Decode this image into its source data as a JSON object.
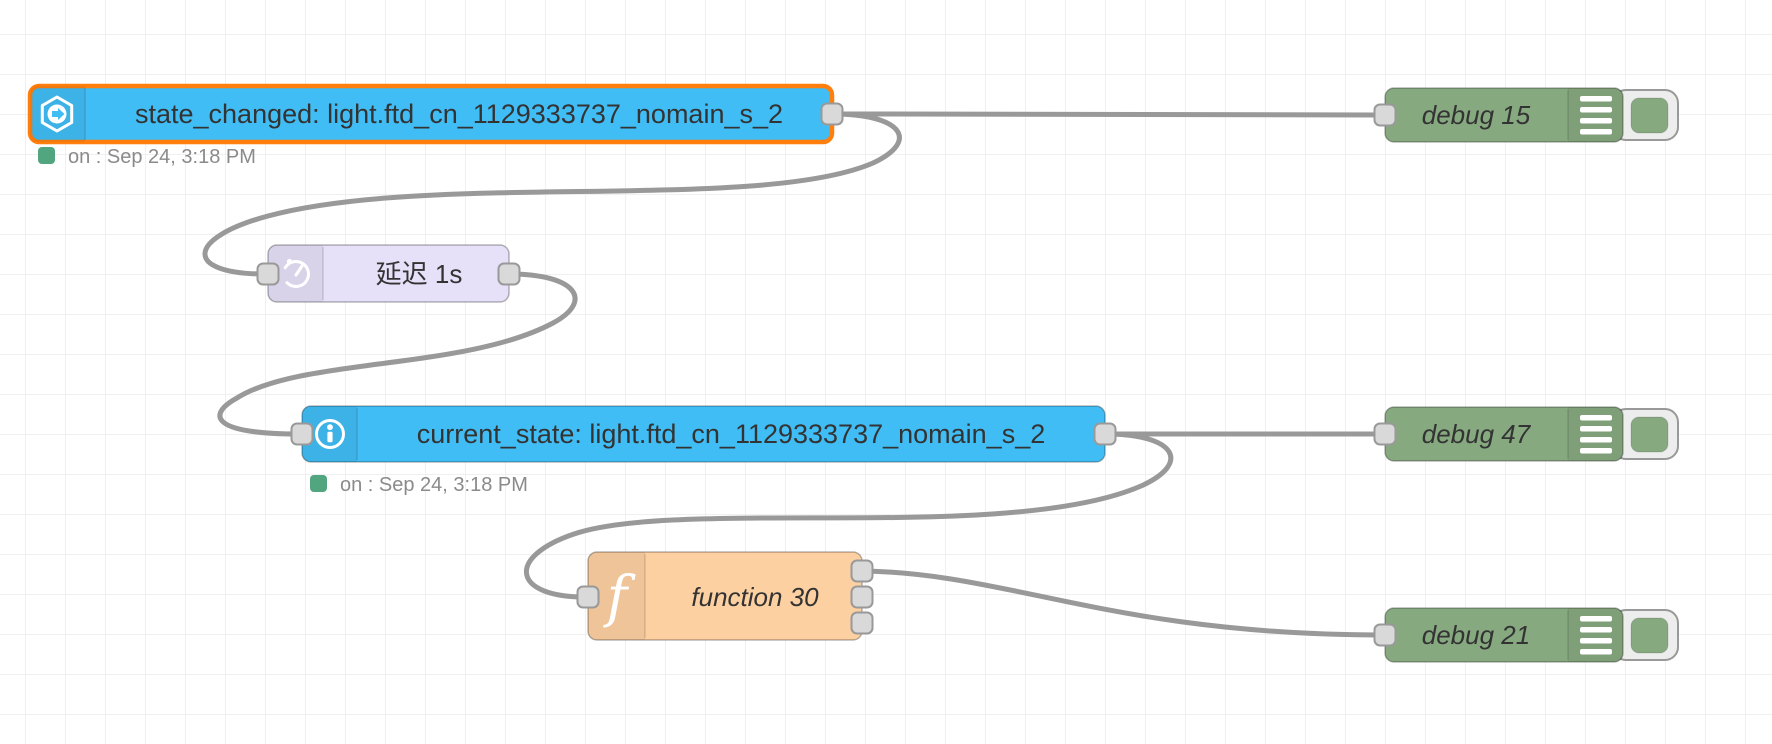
{
  "editor": {
    "kind": "node-red-flow-canvas"
  },
  "colors": {
    "ha_blue": "#41bdf5",
    "selected_orange": "#ff7f0e",
    "debug_green": "#87a980",
    "delay_lavender": "#e6e0f8",
    "function_orange": "#fdd0a2",
    "wire_gray": "#999999",
    "port_fill": "#d9d9d9",
    "port_border": "#999999",
    "status_green": "#51a57f",
    "status_text": "#8a8a8a",
    "label_dark": "#333333",
    "grid_line": "#ececec",
    "canvas_bg": "#ffffff"
  },
  "nodes": {
    "state_changed": {
      "label": "state_changed: light.ftd_cn_1129333737_nomain_s_2",
      "status": "on : Sep 24, 3:18 PM",
      "selected": true
    },
    "debug15": {
      "label": "debug 15"
    },
    "delay": {
      "label": "延迟 1s"
    },
    "current_state": {
      "label": "current_state: light.ftd_cn_1129333737_nomain_s_2",
      "status": "on : Sep 24, 3:18 PM"
    },
    "debug47": {
      "label": "debug 47"
    },
    "function30": {
      "label": "function 30"
    },
    "debug21": {
      "label": "debug 21"
    }
  }
}
